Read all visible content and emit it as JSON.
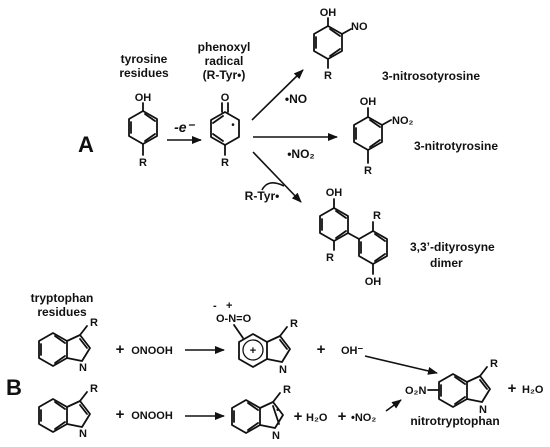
{
  "panel_a": {
    "letter": "A",
    "tyrosine_label_1": "tyrosine",
    "tyrosine_label_2": "residues",
    "radical_label_1": "phenoxyl",
    "radical_label_2": "radical",
    "radical_label_3": "(R-Tyr•)",
    "oxidation": "-e⁻",
    "reagent_no": "•NO",
    "reagent_no2": "•NO₂",
    "reagent_rtyr": "R-Tyr•",
    "product_nitroso": "3-nitrosotyrosine",
    "product_nitro": "3-nitrotyrosine",
    "product_dimer_1": "3,3’-dityrosyne",
    "product_dimer_2": "dimer",
    "atoms": {
      "oh": "OH",
      "o": "O",
      "r": "R",
      "no": "NO",
      "no2": "NO₂",
      "radical_dot": "•"
    }
  },
  "panel_b": {
    "letter": "B",
    "tryptophan_label_1": "tryptophan",
    "tryptophan_label_2": "residues",
    "plus": "+",
    "onoooh": "ONOOH",
    "hydroxide": "OH⁻",
    "water": "H₂O",
    "nitrogen_dioxide": "•NO₂",
    "adduct_group": "O-N=O",
    "adduct_minus": "-",
    "adduct_plus": "+",
    "ring_charge": "+",
    "product": "nitrotryptophan",
    "product_substituent": "O₂N",
    "atoms": {
      "n": "N",
      "r": "R",
      "radical_dot": "•"
    }
  }
}
